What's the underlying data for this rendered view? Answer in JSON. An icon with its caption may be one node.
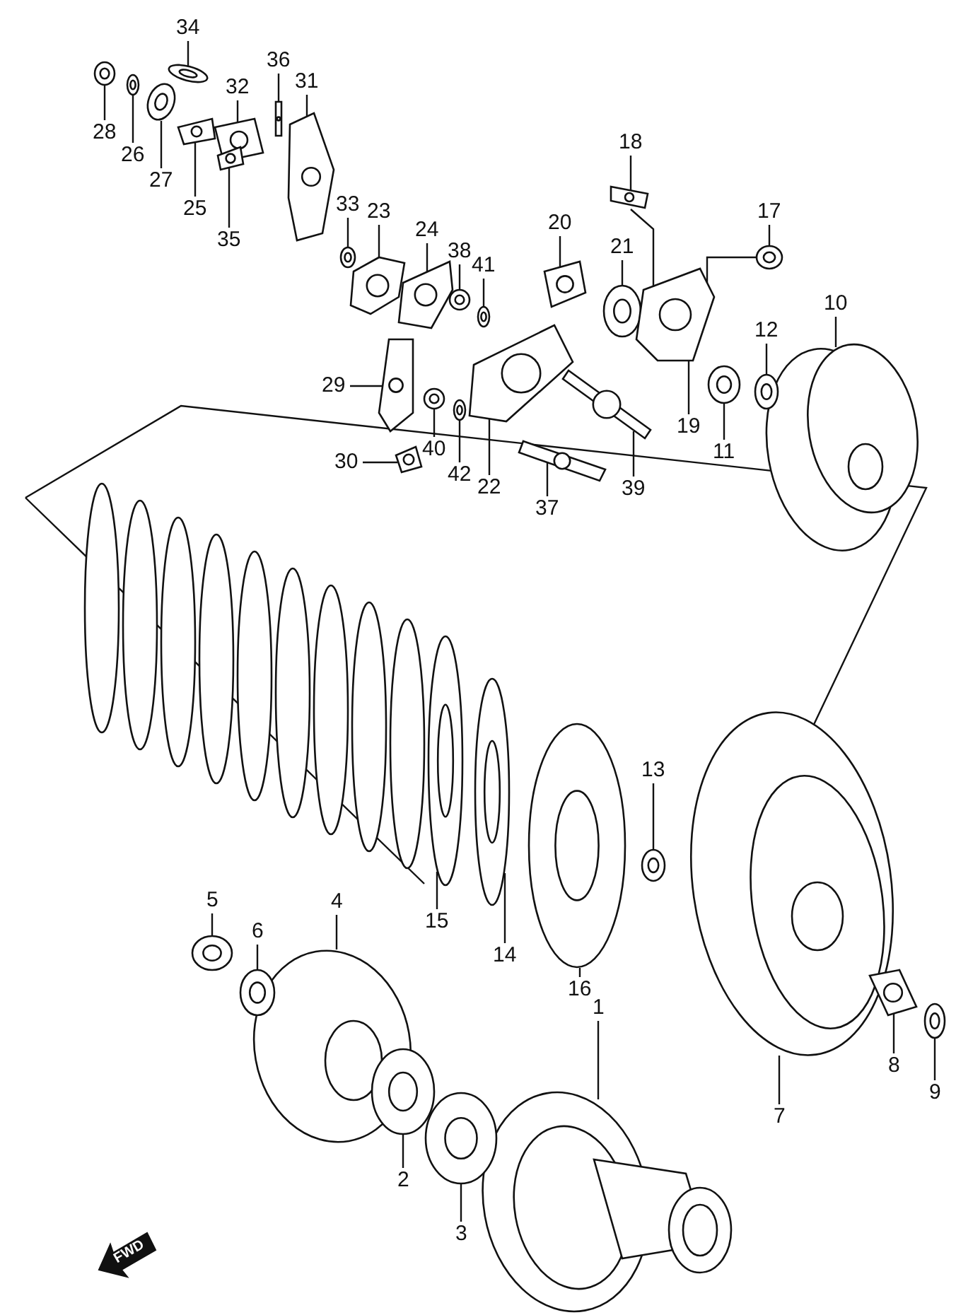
{
  "diagram": {
    "nodes": [
      {
        "text": [
          "34"
        ]
      },
      {
        "text": [
          "36"
        ]
      },
      {
        "text": [
          "31"
        ]
      },
      {
        "text": [
          "32"
        ]
      },
      {
        "text": [
          "28"
        ]
      },
      {
        "text": [
          "26"
        ]
      },
      {
        "text": [
          "27"
        ]
      },
      {
        "text": [
          "18"
        ]
      },
      {
        "text": [
          "25"
        ]
      },
      {
        "text": [
          "33"
        ]
      },
      {
        "text": [
          "23"
        ]
      },
      {
        "text": [
          "17"
        ]
      },
      {
        "text": [
          "20"
        ]
      },
      {
        "text": [
          "35"
        ]
      },
      {
        "text": [
          "24"
        ]
      },
      {
        "text": [
          "21"
        ]
      },
      {
        "text": [
          "38"
        ]
      },
      {
        "text": [
          "41"
        ]
      },
      {
        "text": [
          "10"
        ]
      },
      {
        "text": [
          "12"
        ]
      },
      {
        "text": [
          "29"
        ]
      },
      {
        "text": [
          "19"
        ]
      },
      {
        "text": [
          "40"
        ]
      },
      {
        "text": [
          "11"
        ]
      },
      {
        "text": [
          "30"
        ]
      },
      {
        "text": [
          "42"
        ]
      },
      {
        "text": [
          "22"
        ]
      },
      {
        "text": [
          "39"
        ]
      },
      {
        "text": [
          "37"
        ]
      },
      {
        "text": [
          "13"
        ]
      },
      {
        "text": [
          "5"
        ]
      },
      {
        "text": [
          "4"
        ]
      },
      {
        "text": [
          "15"
        ]
      },
      {
        "text": [
          "6"
        ]
      },
      {
        "text": [
          "14"
        ]
      },
      {
        "text": [
          "16"
        ]
      },
      {
        "text": [
          "1"
        ]
      },
      {
        "text": [
          "8"
        ]
      },
      {
        "text": [
          "9"
        ]
      },
      {
        "text": [
          "7"
        ]
      },
      {
        "text": [
          "2"
        ]
      },
      {
        "text": [
          "3"
        ]
      },
      {
        "text": [],
        "shape": "picture"
      },
      {
        "text": [],
        "shape": "picture"
      },
      {
        "text": [],
        "shape": "picture"
      },
      {
        "text": [],
        "shape": "picture"
      },
      {
        "text": [],
        "shape": "picture"
      },
      {
        "text": [],
        "shape": "picture"
      },
      {
        "text": [],
        "shape": "picture"
      },
      {
        "text": [],
        "shape": "picture"
      },
      {
        "text": [],
        "shape": "picture"
      },
      {
        "text": [],
        "shape": "picture"
      },
      {
        "text": [],
        "shape": "picture"
      },
      {
        "text": [],
        "shape": "picture"
      },
      {
        "text": [],
        "shape": "picture"
      },
      {
        "text": [],
        "shape": "picture"
      },
      {
        "text": [],
        "shape": "picture"
      },
      {
        "text": [],
        "shape": "picture"
      },
      {
        "text": [],
        "shape": "picture"
      },
      {
        "text": [],
        "shape": "picture"
      },
      {
        "text": [],
        "shape": "picture"
      },
      {
        "text": [],
        "shape": "picture"
      },
      {
        "text": [],
        "shape": "picture"
      },
      {
        "text": [],
        "shape": "picture"
      },
      {
        "text": [],
        "shape": "picture"
      },
      {
        "text": [],
        "shape": "picture"
      },
      {
        "text": [],
        "shape": "picture"
      },
      {
        "text": [],
        "shape": "picture"
      },
      {
        "text": [],
        "shape": "picture"
      },
      {
        "text": [],
        "shape": "picture"
      },
      {
        "text": [],
        "shape": "picture"
      },
      {
        "text": [],
        "shape": "picture"
      },
      {
        "text": [],
        "shape": "picture"
      },
      {
        "text": [],
        "shape": "picture"
      },
      {
        "text": [],
        "shape": "picture"
      },
      {
        "text": [],
        "shape": "picture"
      },
      {
        "text": [],
        "shape": "picture"
      },
      {
        "text": [],
        "shape": "picture"
      },
      {
        "text": [],
        "shape": "picture"
      },
      {
        "text": [],
        "shape": "picture"
      },
      {
        "text": [],
        "shape": "picture"
      },
      {
        "text": [],
        "shape": "picture"
      },
      {
        "text": [],
        "shape": "picture"
      },
      {
        "text": [],
        "shape": "picture"
      }
    ],
    "edges": [
      {
        "from": 0,
        "to": 42,
        "arrow": "none"
      },
      {
        "from": 1,
        "to": 43,
        "arrow": "none"
      },
      {
        "from": 2,
        "to": 44,
        "arrow": "none"
      },
      {
        "from": 3,
        "to": 45,
        "arrow": "none"
      },
      {
        "from": 4,
        "to": 46,
        "arrow": "none"
      },
      {
        "from": 5,
        "to": 47,
        "arrow": "none"
      },
      {
        "from": 6,
        "to": 48,
        "arrow": "none"
      },
      {
        "from": 7,
        "to": 49,
        "arrow": "none"
      },
      {
        "from": 8,
        "to": 50,
        "arrow": "none"
      },
      {
        "from": 9,
        "to": 51,
        "arrow": "none"
      },
      {
        "from": 10,
        "to": 52,
        "arrow": "none"
      },
      {
        "from": 11,
        "to": 53,
        "arrow": "none"
      },
      {
        "from": 12,
        "to": 54,
        "arrow": "none"
      },
      {
        "from": 13,
        "to": 55,
        "arrow": "none"
      },
      {
        "from": 14,
        "to": 56,
        "arrow": "none"
      },
      {
        "from": 15,
        "to": 57,
        "arrow": "none"
      },
      {
        "from": 16,
        "to": 58,
        "arrow": "none"
      },
      {
        "from": 17,
        "to": 59,
        "arrow": "none"
      },
      {
        "from": 18,
        "to": 60,
        "arrow": "none"
      },
      {
        "from": 19,
        "to": 61,
        "arrow": "none"
      },
      {
        "from": 20,
        "to": 62,
        "arrow": "none"
      },
      {
        "from": 21,
        "to": 63,
        "arrow": "none"
      },
      {
        "from": 22,
        "to": 64,
        "arrow": "none"
      },
      {
        "from": 23,
        "to": 65,
        "arrow": "none"
      },
      {
        "from": 24,
        "to": 66,
        "arrow": "none"
      },
      {
        "from": 25,
        "to": 67,
        "arrow": "none"
      },
      {
        "from": 26,
        "to": 68,
        "arrow": "none"
      },
      {
        "from": 27,
        "to": 69,
        "arrow": "none"
      },
      {
        "from": 28,
        "to": 70,
        "arrow": "none"
      },
      {
        "from": 29,
        "to": 71,
        "arrow": "none"
      },
      {
        "from": 30,
        "to": 72,
        "arrow": "none"
      },
      {
        "from": 31,
        "to": 73,
        "arrow": "none"
      },
      {
        "from": 32,
        "to": 74,
        "arrow": "none"
      },
      {
        "from": 33,
        "to": 75,
        "arrow": "none"
      },
      {
        "from": 34,
        "to": 76,
        "arrow": "none"
      },
      {
        "from": 35,
        "to": 77,
        "arrow": "none"
      },
      {
        "from": 36,
        "to": 78,
        "arrow": "none"
      },
      {
        "from": 37,
        "to": 79,
        "arrow": "none"
      },
      {
        "from": 38,
        "to": 80,
        "arrow": "none"
      },
      {
        "from": 39,
        "to": 81,
        "arrow": "none"
      },
      {
        "from": 40,
        "to": 82,
        "arrow": "none"
      },
      {
        "from": 41,
        "to": 83,
        "arrow": "none"
      },
      {
        "from": 49,
        "to": 63,
        "arrow": "none"
      },
      {
        "from": 53,
        "to": 63,
        "arrow": "none"
      }
    ],
    "labels": [
      "FWD"
    ]
  }
}
